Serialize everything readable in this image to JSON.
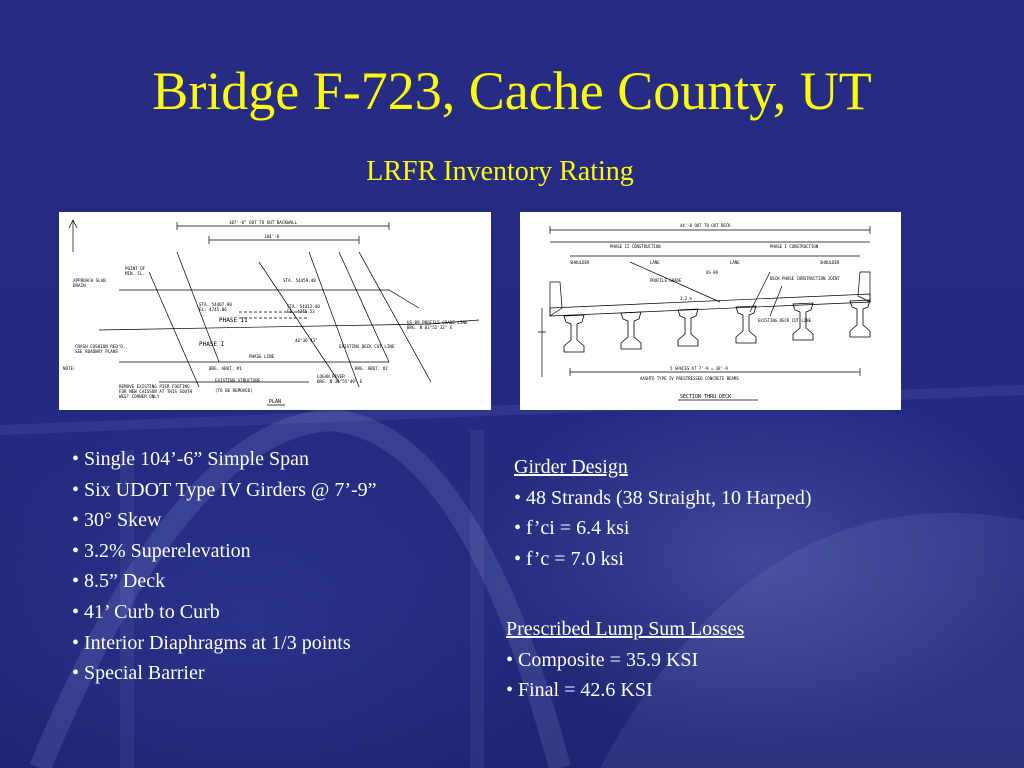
{
  "slide": {
    "title": "Bridge F-723, Cache County, UT",
    "subtitle": "LRFR Inventory Rating"
  },
  "plan_drawing": {
    "labels": {
      "top_dim": "107'-6\" OUT TO OUT BACKWALL",
      "span_dim": "104'-6",
      "approach": "APPROACH SLAB",
      "drain": "DRAIN",
      "point_of": "POINT OF",
      "min_cl": "MIN. CL.",
      "sta1": "STA. 54459.40",
      "sta2": "STA. 54407.90",
      "el1": "EL. 4745.06",
      "sta3": "STA. 54412.40",
      "el2": "EL. 4745.53",
      "phase2": "PHASE II",
      "phase1": "PHASE I",
      "profile": "US-89 PROFILE GRADE LINE",
      "brg": "BRG. N 83°52'32\" E",
      "angle": "46°36'43\"",
      "deck_line": "EXISTING DECK CUT LINE",
      "phase_line": "PHASE LINE",
      "crash": "CRASH CUSHION REQ'D,",
      "see_roadway": "SEE ROADWAY PLANS",
      "note": "NOTE:",
      "abut1": "BRG. ABUT. #1",
      "abut2": "BRG. ABUT. #2",
      "logan": "LOGAN RIVER",
      "logan_brg": "BRG. N 36°55'49\" E",
      "existing": "EXISTING STRUCTURE",
      "existing2": "(TO BE REMOVED)",
      "remove": "REMOVE EXISTING PIER FOOTING",
      "remove2": "FOR NEW CAISSON AT THIS SOUTH",
      "remove3": "WEST CORNER ONLY",
      "caption": "PLAN"
    }
  },
  "section_drawing": {
    "labels": {
      "top_dim": "44'-0 OUT TO OUT DECK",
      "phase2": "PHASE II CONSTRUCTION",
      "phase1": "PHASE I CONSTRUCTION",
      "shoulder": "SHOULDER",
      "lane": "LANE",
      "profile": "PROFILE GRADE",
      "us89": "US-89",
      "deck_phase": "DECK PHASE CONSTRUCTION JOINT",
      "deck_cut": "EXISTING DECK CUT LINE",
      "slope": "3.2 %",
      "spaces": "5 SPACES AT 7'-9 = 38'-9",
      "beams": "AASHTO TYPE IV PRESTRESSED CONCRETE BEAMS",
      "caption": "SECTION THRU DECK"
    }
  },
  "features": [
    "• Single 104’-6” Simple Span",
    "• Six UDOT Type IV Girders @ 7’-9”",
    "• 30° Skew",
    "• 3.2% Superelevation",
    "• 8.5” Deck",
    "• 41’ Curb to Curb",
    "• Interior Diaphragms at 1/3 points",
    "• Special Barrier"
  ],
  "girder_design": {
    "heading": "Girder Design",
    "items": [
      "• 48 Strands (38 Straight, 10 Harped)",
      "• f’ci = 6.4 ksi",
      "• f’c = 7.0 ksi"
    ]
  },
  "losses": {
    "heading": "Prescribed Lump Sum Losses",
    "items": [
      "• Composite = 35.9 KSI",
      "• Final = 42.6 KSI"
    ]
  }
}
